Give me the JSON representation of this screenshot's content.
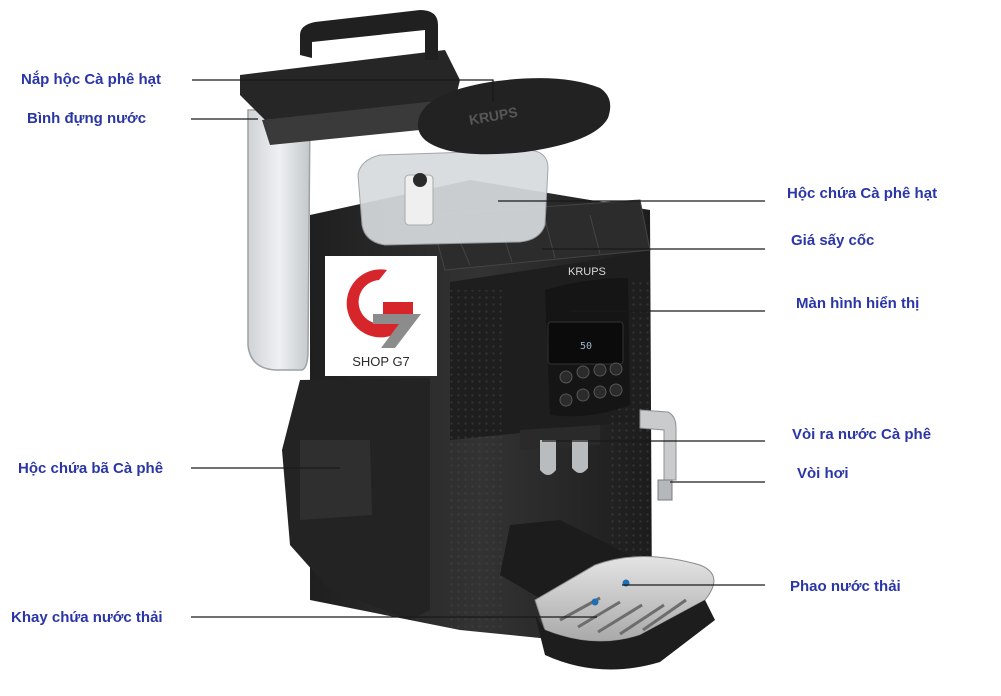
{
  "labels": {
    "lid": "Nắp hộc Cà phê hạt",
    "water_tank": "Bình đựng nước",
    "bean_hopper": "Hộc chứa Cà phê hạt",
    "cup_warmer": "Giá sấy cốc",
    "display": "Màn hình hiển thị",
    "coffee_spout": "Vòi ra nước Cà phê",
    "steam_wand": "Vòi hơi",
    "grounds_container": "Hộc chứa bã Cà phê",
    "float": "Phao nước thải",
    "drip_tray": "Khay chứa nước thải"
  },
  "product": {
    "brand_lid": "KRUPS",
    "brand_panel": "KRUPS",
    "display_readout": "50",
    "logo_text": "SHOP G7"
  },
  "colors": {
    "label_text": "#2b36a6",
    "leader_line": "#1a1a1a",
    "machine_body": "#2a2a2a",
    "logo_red": "#d7262b"
  }
}
